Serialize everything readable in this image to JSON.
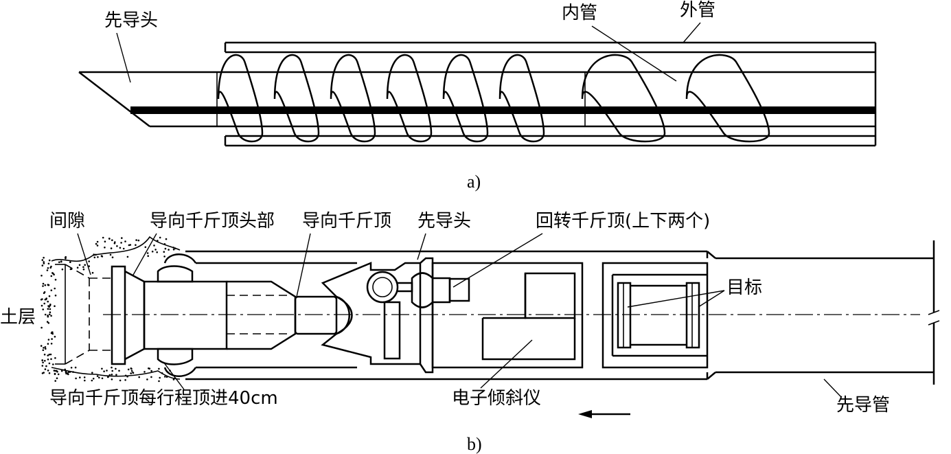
{
  "figure_a": {
    "caption": "a)",
    "labels": {
      "pilot_head": "先导头",
      "inner_pipe": "内管",
      "outer_pipe": "外管"
    }
  },
  "figure_b": {
    "caption": "b)",
    "labels": {
      "gap": "间隙",
      "guide_jack_head": "导向千斤顶头部",
      "guide_jack": "导向千斤顶",
      "pilot_head": "先导头",
      "rotary_jack": "回转千斤顶(上下两个)",
      "target": "目标",
      "soil": "土层",
      "stroke_note": "导向千斤顶每行程顶进40cm",
      "inclinometer": "电子倾斜仪",
      "pilot_pipe": "先导管"
    }
  }
}
